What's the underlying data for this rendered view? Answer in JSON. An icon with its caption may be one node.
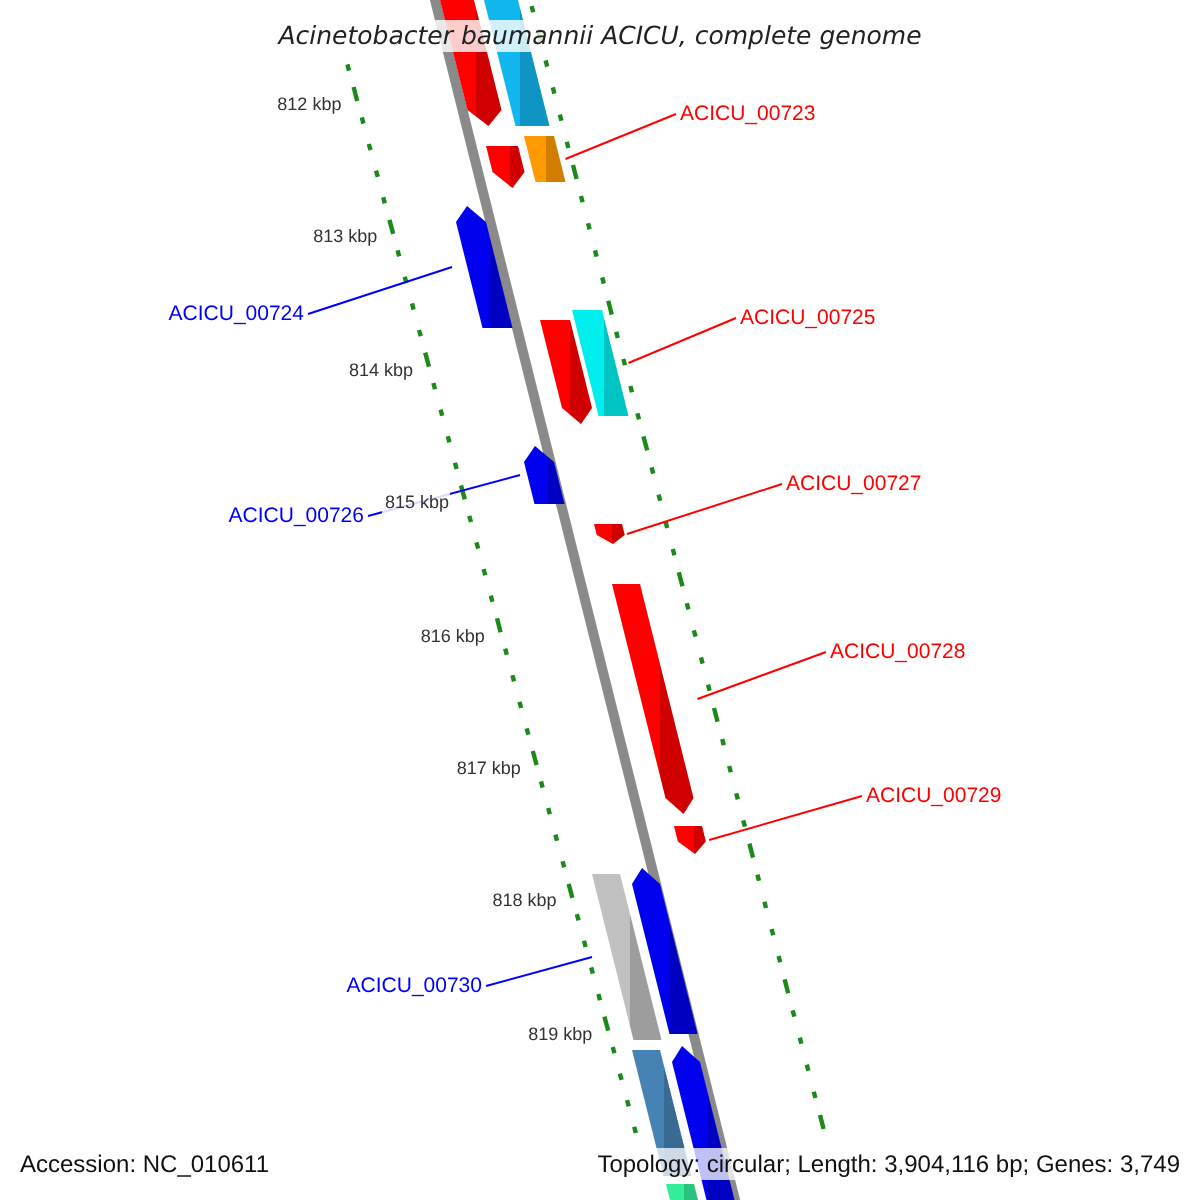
{
  "diagram": {
    "title": "Acinetobacter baumannii ACICU, complete genome",
    "nodes": [
      {
        "text": [],
        "shape": "bar"
      },
      {
        "text": [],
        "shape": "bar"
      },
      {
        "text": [
          "ACICU_00723"
        ]
      },
      {
        "text": [],
        "shape": "bar"
      },
      {
        "text": [],
        "shape": "bar"
      },
      {
        "text": [],
        "shape": "bar"
      },
      {
        "text": [
          "ACICU_00724"
        ]
      },
      {
        "text": [
          "ACICU_00725"
        ]
      },
      {
        "text": [],
        "shape": "bar"
      },
      {
        "text": [],
        "shape": "bar"
      },
      {
        "text": [],
        "shape": "bar"
      },
      {
        "text": [
          "ACICU_00727"
        ]
      },
      {
        "text": [
          "ACICU_00726"
        ]
      },
      {
        "text": [],
        "shape": "bar"
      },
      {
        "text": [],
        "shape": "bar"
      },
      {
        "text": [
          "ACICU_00728"
        ]
      },
      {
        "text": [
          "ACICU_00729"
        ]
      },
      {
        "text": [],
        "shape": "bar"
      },
      {
        "text": [],
        "shape": "bar"
      },
      {
        "text": [],
        "shape": "bar"
      },
      {
        "text": [
          "ACICU_00730"
        ]
      },
      {
        "text": [],
        "shape": "bar"
      },
      {
        "text": [],
        "shape": "bar"
      },
      {
        "text": [],
        "shape": "bar"
      }
    ],
    "edges": [
      {
        "from": 2,
        "to": 4,
        "arrow": "none"
      },
      {
        "from": 6,
        "to": 5,
        "arrow": "none",
        "color": "#0000ff"
      },
      {
        "from": 7,
        "to": 9,
        "arrow": "none"
      },
      {
        "from": 11,
        "to": 13,
        "arrow": "none"
      },
      {
        "from": 12,
        "to": 10,
        "arrow": "none",
        "color": "#0000ff"
      },
      {
        "from": 15,
        "to": 14,
        "arrow": "none"
      },
      {
        "from": 16,
        "to": 17,
        "arrow": "none"
      },
      {
        "from": 20,
        "to": 19,
        "arrow": "none",
        "color": "#0000ff"
      }
    ],
    "labels": [
      "812 kbp",
      "813 kbp",
      "814 kbp",
      "815 kbp",
      "816 kbp",
      "817 kbp",
      "818 kbp",
      "819 kbp",
      "Accession: NC_010611",
      "Topology: circular; Length: 3,904,116 bp; Genes: 3,749"
    ]
  }
}
